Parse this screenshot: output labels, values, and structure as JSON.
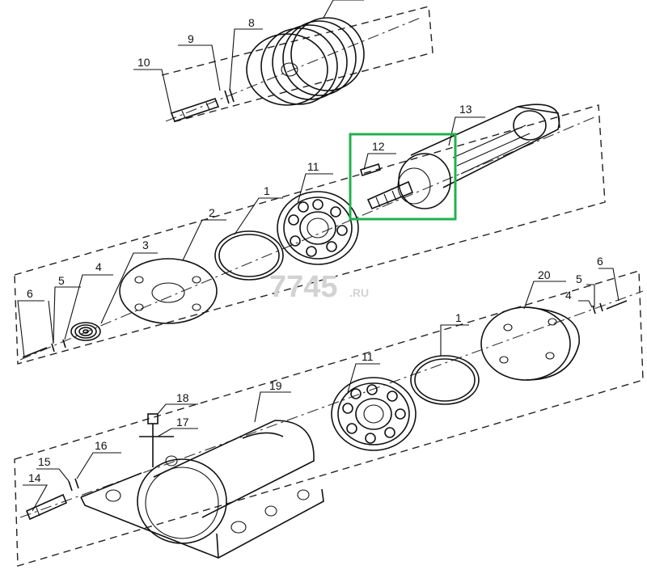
{
  "labels": {
    "l1a": "1",
    "l1b": "1",
    "l2": "2",
    "l3": "3",
    "l4a": "4",
    "l4b": "4",
    "l5a": "5",
    "l5b": "5",
    "l6a": "6",
    "l6b": "6",
    "l8": "8",
    "l9": "9",
    "l10": "10",
    "l11a": "11",
    "l11b": "11",
    "l12": "12",
    "l13": "13",
    "l14": "14",
    "l15": "15",
    "l16": "16",
    "l17": "17",
    "l18": "18",
    "l19": "19",
    "l20": "20"
  },
  "watermark": {
    "main": "7745",
    "ext": ".RU"
  },
  "colors": {
    "highlight": "#22b14c",
    "ink": "#111111"
  }
}
